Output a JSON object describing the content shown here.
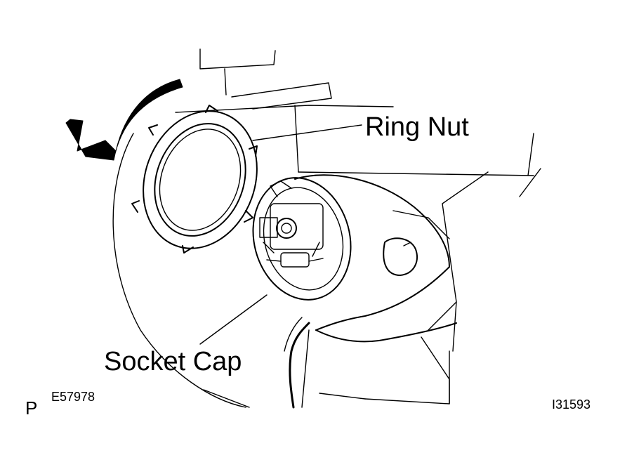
{
  "labels": {
    "ring_nut": "Ring Nut",
    "socket_cap": "Socket Cap"
  },
  "codes": {
    "page_marker": "P",
    "figure_code": "E57978",
    "illustration_id": "I31593"
  },
  "colors": {
    "ink": "#000000",
    "paper": "#ffffff"
  },
  "icons": {
    "rotation_arrow": "curved-arrow-counterclockwise-icon"
  }
}
